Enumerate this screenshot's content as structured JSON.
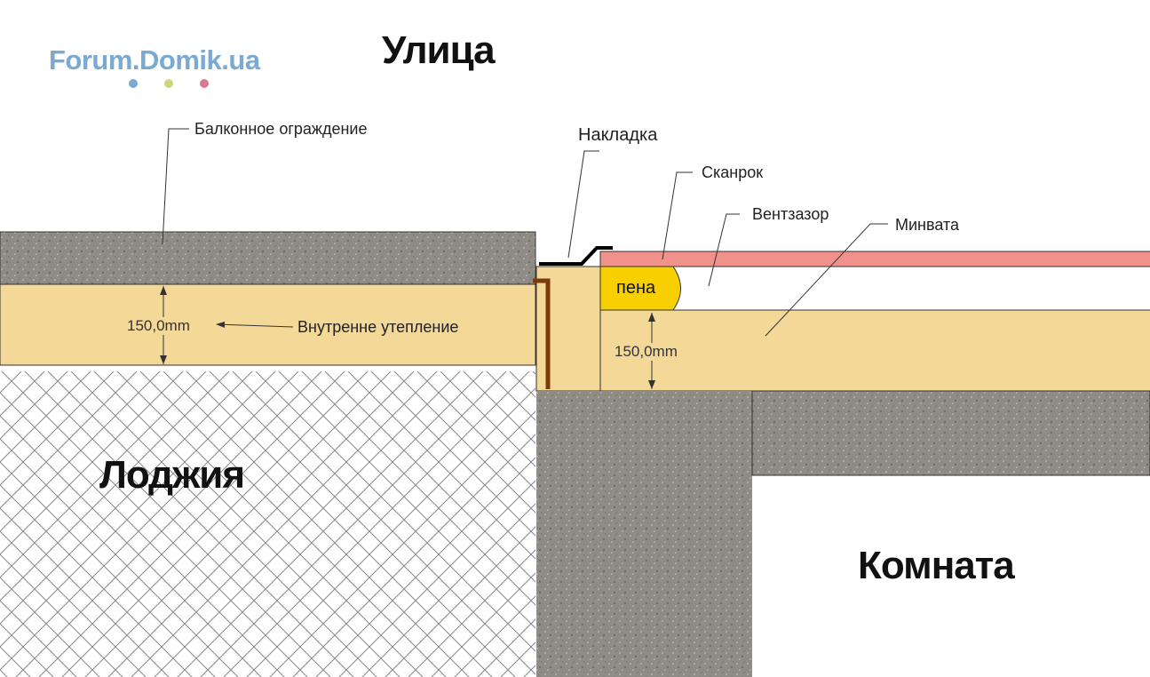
{
  "logo": {
    "text": "Forum.Domik.ua",
    "dot_colors": [
      "#7aa9d2",
      "#cfd57a",
      "#d77a92"
    ]
  },
  "regions": {
    "street": "Улица",
    "loggia": "Лоджия",
    "room": "Комната"
  },
  "labels": {
    "balcony_railing": "Балконное ограждение",
    "overlay": "Накладка",
    "skanrok": "Сканрок",
    "vent_gap": "Вентзазор",
    "mineral_wool": "Минвата",
    "inner_insulation": "Внутренне утепление",
    "foam": "пена"
  },
  "dimensions": {
    "left": "150,0mm",
    "right": "150,0mm"
  },
  "colors": {
    "concrete": "#8f8c86",
    "insulation": "#f3d898",
    "skanrok": "#f0918c",
    "foam": "#f8d000",
    "bracket": "#7a3a0a"
  }
}
